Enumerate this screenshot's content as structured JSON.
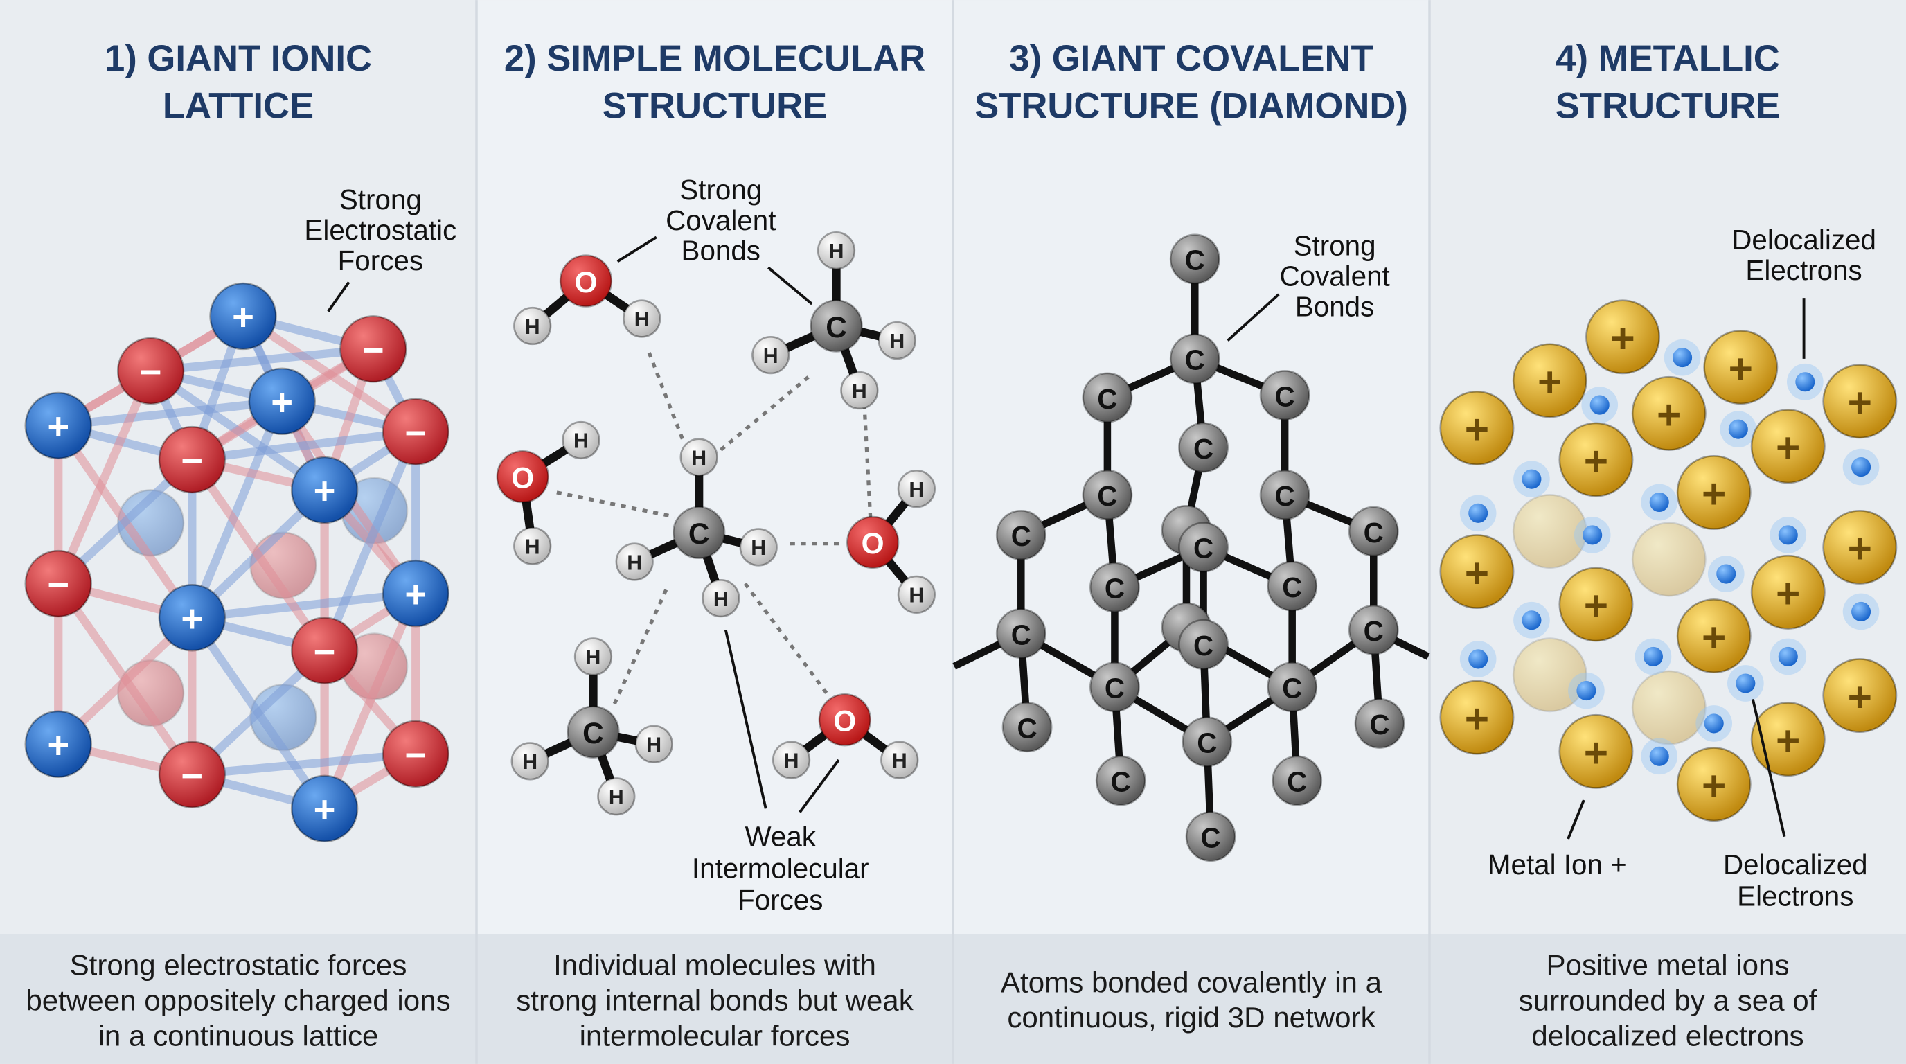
{
  "colors": {
    "title": "#1e3a66",
    "cation": "#1f62c0",
    "anion": "#d0303a",
    "oxygen": "#d42a2a",
    "hydrogen": "#e6e6e6",
    "carbon": "#8a8a8a",
    "metal_ion": "#e0a820",
    "electron": "#2f7fe0",
    "caption_band": "#dde3e9"
  },
  "panels": [
    {
      "title_lines": [
        "1) GIANT IONIC",
        "LATTICE"
      ],
      "labels": [
        {
          "lines": [
            "Strong",
            "Electrostatic",
            "Forces"
          ]
        }
      ],
      "atom_symbols": {
        "cation": "+",
        "anion": "−"
      },
      "caption_lines": [
        "Strong electrostatic forces",
        "between oppositely charged ions",
        "in a continuous lattice"
      ]
    },
    {
      "title_lines": [
        "2) SIMPLE MOLECULAR",
        "STRUCTURE"
      ],
      "labels": [
        {
          "lines": [
            "Strong",
            "Covalent",
            "Bonds"
          ]
        },
        {
          "lines": [
            "Weak",
            "Intermolecular",
            "Forces"
          ]
        }
      ],
      "atom_symbols": {
        "oxygen": "O",
        "hydrogen": "H",
        "carbon": "C"
      },
      "caption_lines": [
        "Individual molecules with",
        "strong internal bonds but weak",
        "intermolecular forces"
      ]
    },
    {
      "title_lines": [
        "3) GIANT COVALENT",
        "STRUCTURE (DIAMOND)"
      ],
      "labels": [
        {
          "lines": [
            "Strong",
            "Covalent",
            "Bonds"
          ]
        }
      ],
      "atom_symbols": {
        "carbon": "C"
      },
      "caption_lines": [
        "Atoms bonded covalently in a",
        "continuous, rigid 3D network"
      ]
    },
    {
      "title_lines": [
        "4) METALLIC",
        "STRUCTURE"
      ],
      "labels": [
        {
          "lines": [
            "Delocalized",
            "Electrons"
          ]
        },
        {
          "lines": [
            "Metal Ion +"
          ]
        },
        {
          "lines": [
            "Delocalized",
            "Electrons"
          ]
        }
      ],
      "atom_symbols": {
        "metal_ion": "+"
      },
      "caption_lines": [
        "Positive metal ions",
        "surrounded by a sea of",
        "delocalized electrons"
      ]
    }
  ]
}
